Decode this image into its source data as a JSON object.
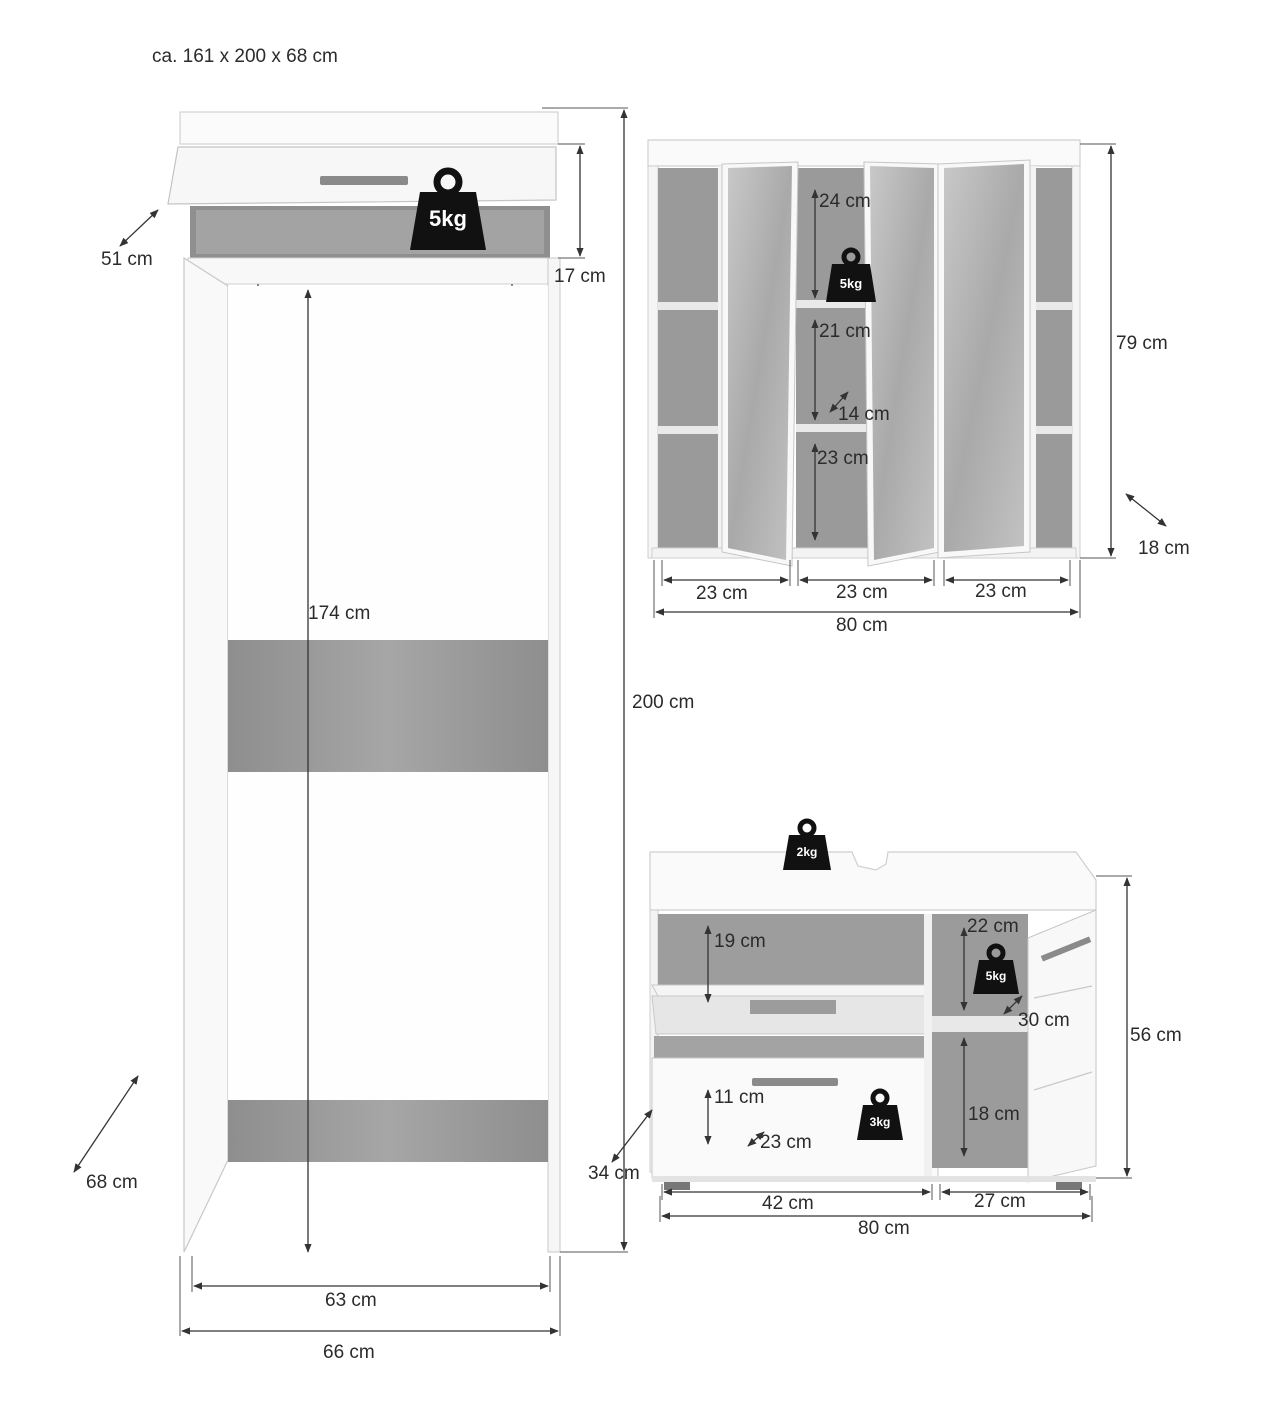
{
  "header": {
    "overall_size": "ca. 161 x 200 x 68 cm"
  },
  "colors": {
    "panel_white": "#fafafa",
    "panel_edge": "#c9c9c9",
    "interior_grey": "#9b9b9b",
    "mirror_grey": "#b7b7b7",
    "dimension_line": "#333333",
    "weight_icon": "#111111"
  },
  "wardrobe": {
    "top_weight": "5kg",
    "dims": {
      "depth_top": "51 cm",
      "top_height": "17 cm",
      "inner_height": "174 cm",
      "total_height": "200 cm",
      "depth": "68 cm",
      "inner_width": "63 cm",
      "total_width": "66 cm"
    }
  },
  "mirror_cabinet": {
    "shelf_weight": "5kg",
    "dims": {
      "shelf_1": "24 cm",
      "shelf_2": "21 cm",
      "shelf_depth": "14 cm",
      "shelf_3": "23 cm",
      "height": "79 cm",
      "depth": "18 cm",
      "compartment_left": "23 cm",
      "compartment_mid": "23 cm",
      "compartment_right": "23 cm",
      "width": "80 cm"
    }
  },
  "vanity": {
    "top_weight": "2kg",
    "shelf_weight": "5kg",
    "drawer_weight": "3kg",
    "dims": {
      "open_height": "19 cm",
      "drawer_height": "11 cm",
      "drawer_depth": "23 cm",
      "side_upper": "22 cm",
      "side_depth": "30 cm",
      "side_lower": "18 cm",
      "height": "56 cm",
      "depth": "34 cm",
      "drawer_width": "42 cm",
      "side_width": "27 cm",
      "width": "80 cm"
    }
  }
}
